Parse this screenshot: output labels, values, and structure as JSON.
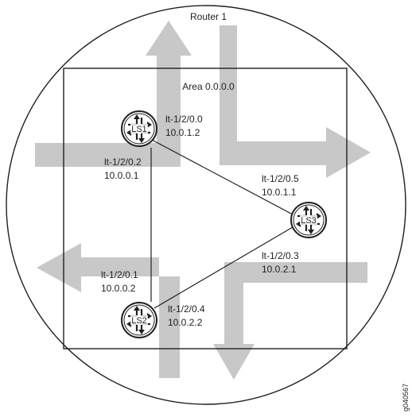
{
  "router_title": "Router 1",
  "area_label": "Area 0.0.0.0",
  "colors": {
    "arrow_fill": "#c8c8c8",
    "line": "#231f20",
    "background": "#ffffff"
  },
  "logical_systems": [
    {
      "id": "LS1",
      "label": "LS1"
    },
    {
      "id": "LS2",
      "label": "LS2"
    },
    {
      "id": "LS3",
      "label": "LS3"
    }
  ],
  "interfaces": {
    "ls1_lt0": {
      "name": "lt-1/2/0.0",
      "ip": "10.0.1.2"
    },
    "ls1_lt2": {
      "name": "lt-1/2/0.2",
      "ip": "10.0.0.1"
    },
    "ls3_lt5": {
      "name": "lt-1/2/0.5",
      "ip": "10.0.1.1"
    },
    "ls3_lt3": {
      "name": "lt-1/2/0.3",
      "ip": "10.0.2.1"
    },
    "ls2_lt1": {
      "name": "lt-1/2/0.1",
      "ip": "10.0.0.2"
    },
    "ls2_lt4": {
      "name": "lt-1/2/0.4",
      "ip": "10.0.2.2"
    }
  },
  "links": [
    {
      "from": "LS1",
      "to": "LS3"
    },
    {
      "from": "LS1",
      "to": "LS2"
    },
    {
      "from": "LS2",
      "to": "LS3"
    }
  ],
  "figure_id": "g040567"
}
